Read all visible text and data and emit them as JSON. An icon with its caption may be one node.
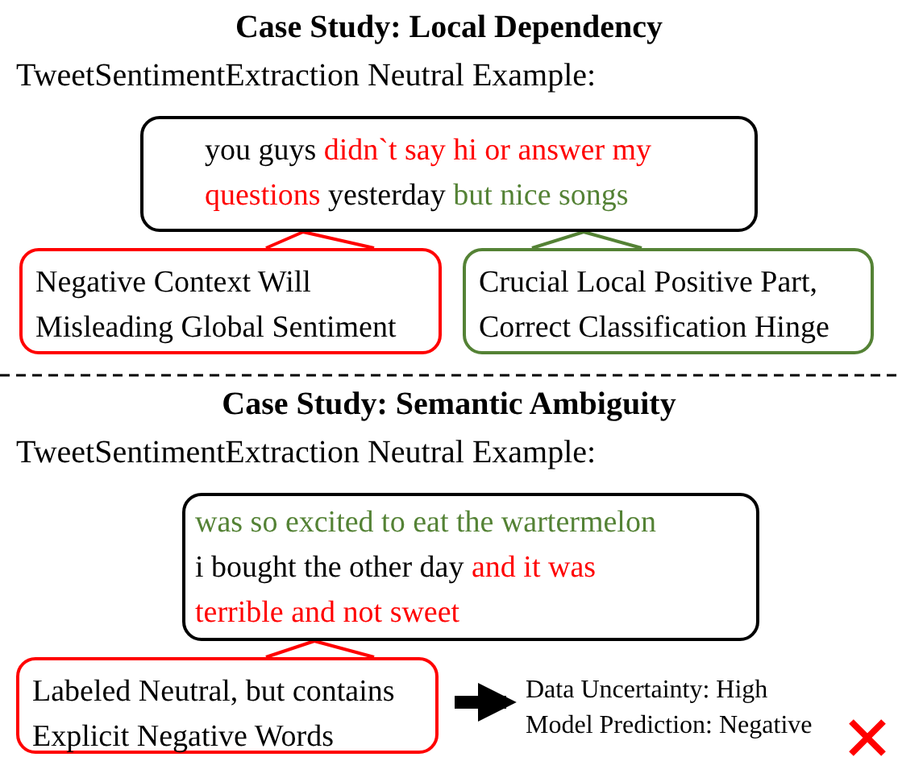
{
  "diagram": {
    "nodes": [
      {
        "text": [
          "you guys",
          "didn`t say hi or answer my questions",
          "yesterday",
          "but nice songs"
        ]
      },
      {
        "text": [
          "Negative Context Will Misleading Global Sentiment"
        ]
      },
      {
        "text": [
          "Crucial Local Positive Part, Correct Classification Hinge"
        ]
      },
      {
        "text": [
          "was so excited to eat the wartermelon",
          "i bought the other day",
          "and it was terrible and not sweet"
        ]
      },
      {
        "text": [
          "Labeled Neutral, but contains Explicit Negative Words"
        ]
      },
      {
        "text": [
          "Data Uncertainty: High",
          "Model Prediction: Negative"
        ]
      }
    ],
    "edges": [
      {
        "from": 1,
        "to": 0,
        "arrow": "none",
        "color": "#ff0000"
      },
      {
        "from": 2,
        "to": 0,
        "arrow": "none",
        "color": "#548235"
      },
      {
        "from": 4,
        "to": 3,
        "arrow": "none",
        "color": "#ff0000"
      },
      {
        "from": 4,
        "to": 5,
        "arrow": "to",
        "style": "thick",
        "color": "#000000"
      }
    ],
    "labels": [
      "Case Study: Local Dependency",
      "TweetSentimentExtraction Neutral Example:",
      "Case Study: Semantic Ambiguity",
      "TweetSentimentExtraction Neutral Example:"
    ]
  }
}
